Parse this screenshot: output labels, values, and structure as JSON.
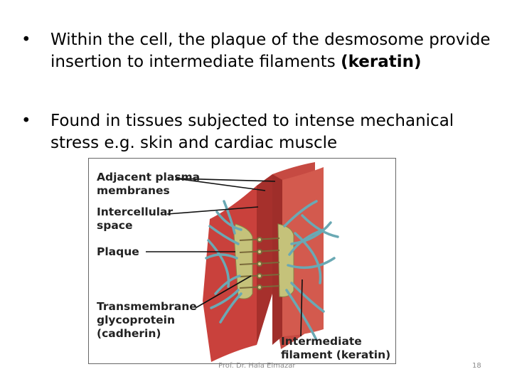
{
  "bullets": [
    {
      "symbol": "•",
      "text": "Within the cell, the plaque of the desmosome provide insertion to intermediate filaments ",
      "bold": "(keratin)"
    },
    {
      "symbol": "•",
      "text": "Found in tissues subjected to intense mechanical stress e.g. skin and cardiac muscle"
    }
  ],
  "figure": {
    "labels": {
      "adjacent": "Adjacent plasma\nmembranes",
      "space": "Intercellular\nspace",
      "plaque": "Plaque",
      "transmembrane": "Transmembrane\nglycoprotein\n(cadherin)",
      "intermediate": "Intermediate\nfilament (keratin)"
    },
    "colors": {
      "membrane": "#c9413c",
      "plaque": "#c5c27a",
      "filament": "#6aa9b4"
    }
  },
  "footer": {
    "author": "Prof. Dr. Hala Elmazar",
    "page": "18"
  }
}
